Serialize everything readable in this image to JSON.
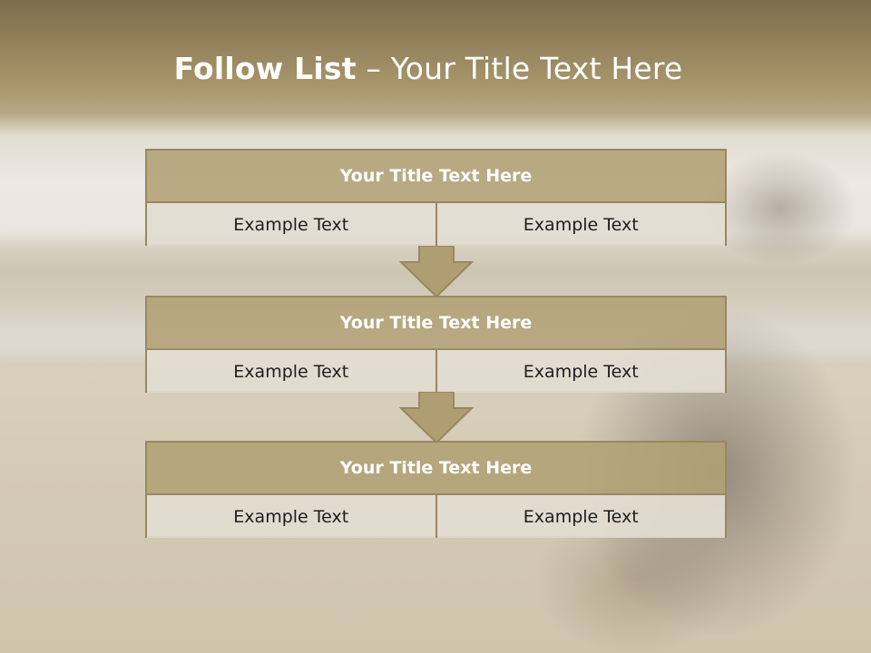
{
  "title": {
    "strong": "Follow List",
    "rest": "– Your Title Text Here"
  },
  "blocks": [
    {
      "title": "Your Title Text Here",
      "left": "Example Text",
      "right": "Example Text"
    },
    {
      "title": "Your Title Text Here",
      "left": "Example Text",
      "right": "Example Text"
    },
    {
      "title": "Your Title Text Here",
      "left": "Example Text",
      "right": "Example Text"
    }
  ]
}
